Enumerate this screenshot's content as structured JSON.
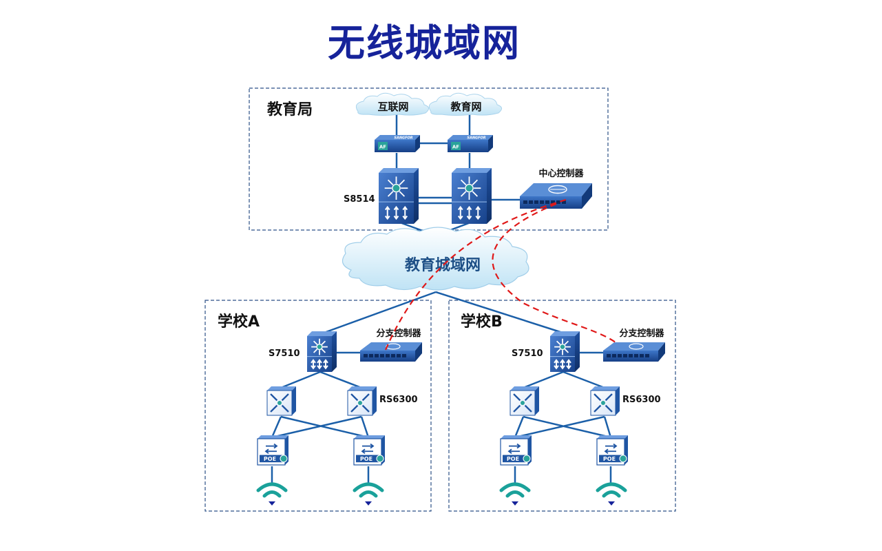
{
  "title": "无线城域网",
  "bureau": {
    "label": "教育局",
    "cloud_internet": "互联网",
    "cloud_edu": "教育网",
    "firewall_badge": "AF",
    "firewall_brand": "SANGFOR",
    "core_switch_label": "S8514",
    "controller_label": "中心控制器"
  },
  "metro_cloud": "教育城域网",
  "school_a": {
    "label": "学校A",
    "switch_label": "S7510",
    "controller_label": "分支控制器",
    "agg_label": "RS6300",
    "poe_badge": "POE"
  },
  "school_b": {
    "label": "学校B",
    "switch_label": "S7510",
    "controller_label": "分支控制器",
    "agg_label": "RS6300",
    "poe_badge": "POE"
  },
  "colors": {
    "title": "#16239a",
    "link": "#1b5fa8",
    "control_link": "#e01818",
    "device": "#1f55a3",
    "wifi": "#1aa19a"
  }
}
